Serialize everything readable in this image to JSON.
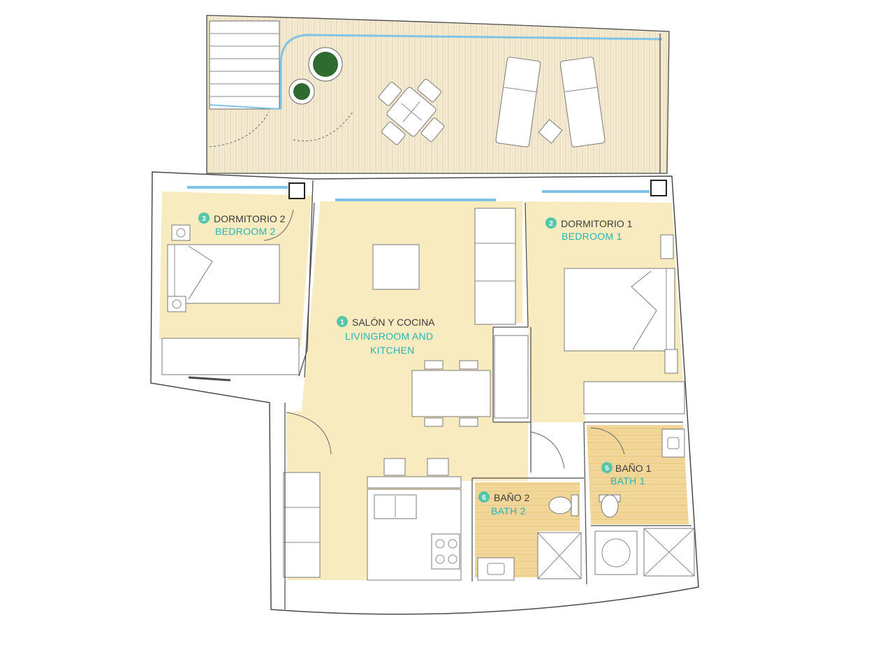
{
  "colors": {
    "room_fill": "#f8ebc0",
    "terrace_fill": "#f3ead1",
    "bath_fill": "#f3d79a",
    "label_en": "#2bb3b3",
    "label_es": "#3c3c3c",
    "badge": "#55c6a8",
    "glass": "#7fc4e6",
    "plant": "#2f6a2f"
  },
  "rooms": [
    {
      "number": "1",
      "name_es": "SALÓN Y COCINA",
      "name_en_line1": "LIVINGROOM AND",
      "name_en_line2": "KITCHEN"
    },
    {
      "number": "2",
      "name_es": "DORMITORIO 1",
      "name_en": "BEDROOM 1"
    },
    {
      "number": "3",
      "name_es": "DORMITORIO 2",
      "name_en": "BEDROOM 2"
    },
    {
      "number": "5",
      "name_es": "BAÑO 1",
      "name_en": "BATH 1"
    },
    {
      "number": "6",
      "name_es": "BAÑO 2",
      "name_en": "BATH 2"
    }
  ]
}
